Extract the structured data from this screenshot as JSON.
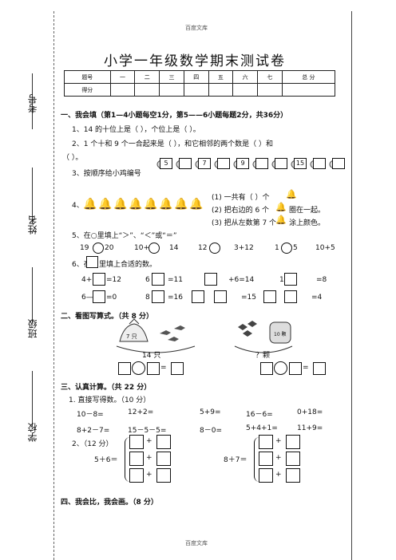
{
  "header_top": "百度文库",
  "footer": "百度文库",
  "title": "小学一年级数学期末测试卷",
  "side_labels": {
    "kaohao": "考号",
    "xingming": "姓名",
    "banji": "班级",
    "xuexiao": "学校"
  },
  "score_table": {
    "row1": [
      "题号",
      "一",
      "二",
      "三",
      "四",
      "五",
      "六",
      "七",
      "总 分"
    ],
    "row2_label": "得分"
  },
  "section1": {
    "heading": "一、我会填（第1—4小题每空1分，第5——6小题每题2分，共36分）",
    "q1": "1、14 的十位上是（        ），个位上是（      ）。",
    "q2a": "2、1 个十和 9 个一合起来是（        ），和它相邻的两个数是（        ）和",
    "q2b": "（      ）。",
    "q3": "3、按顺序给小鸡编号",
    "q3_numbers": [
      "5",
      "",
      "7",
      "",
      "9",
      "",
      "",
      "15",
      "",
      ""
    ],
    "q4": "4、",
    "q4_a": "(1) 一共有（      ）个",
    "q4_b": "(2) 把右边的 6 个",
    "q4_b2": "圈在一起。",
    "q4_c": "(3) 把从左数第 7 个",
    "q4_c2": "涂上颜色。",
    "q5": "5、在○里填上“＞”、“＜”或“＝”",
    "q5_items": [
      {
        "left": "19",
        "right": "20"
      },
      {
        "left": "10+4",
        "right": "14"
      },
      {
        "left": "12",
        "right": "3+12"
      },
      {
        "left": "1",
        "right": "5"
      },
      {
        "left": "10+5",
        "right": ""
      }
    ],
    "q6": "6、在",
    "q6b": "里填上合适的数。",
    "q6_row1": [
      "4+",
      "=12",
      "6",
      "=11",
      "+6=14",
      "1",
      "=8"
    ],
    "q6_row2": [
      "6—",
      "=0",
      "8",
      "=16",
      "=15",
      "=4"
    ]
  },
  "section2": {
    "heading": "二、看图写算式。（共 8 分）",
    "left_bag": "7 只",
    "left_total": "14 只",
    "right_jar": "10 颗",
    "right_total": "？颗"
  },
  "section3": {
    "heading": "三、认真计算。（共 22 分）",
    "sub1": "1. 直接写得数。（10 分）",
    "row1": [
      "10－8=",
      "12+2=",
      "5+9=",
      "16－6=",
      "0+18="
    ],
    "row2": [
      "8+2－7=",
      "15－5－5=",
      "8－0=",
      "5+4+1=",
      "11+9="
    ],
    "sub2": "2、（12 分）",
    "left_expr": "5＋6＝",
    "right_expr": "8＋7＝",
    "plus": "+"
  },
  "section4": {
    "heading": "四、我会比，我会画。（8 分）"
  }
}
